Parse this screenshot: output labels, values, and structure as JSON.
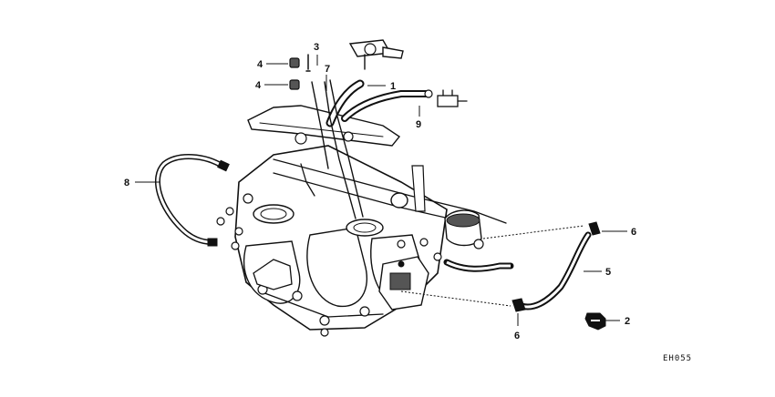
{
  "diagram": {
    "code": "EH055",
    "callouts": [
      {
        "id": "c1",
        "label": "1"
      },
      {
        "id": "c2",
        "label": "2"
      },
      {
        "id": "c3",
        "label": "3"
      },
      {
        "id": "c4a",
        "label": "4"
      },
      {
        "id": "c4b",
        "label": "4"
      },
      {
        "id": "c5",
        "label": "5"
      },
      {
        "id": "c6a",
        "label": "6"
      },
      {
        "id": "c6b",
        "label": "6"
      },
      {
        "id": "c7",
        "label": "7"
      },
      {
        "id": "c8",
        "label": "8"
      },
      {
        "id": "c9",
        "label": "9"
      }
    ]
  },
  "colors": {
    "ink": "#111111",
    "background": "#ffffff"
  }
}
